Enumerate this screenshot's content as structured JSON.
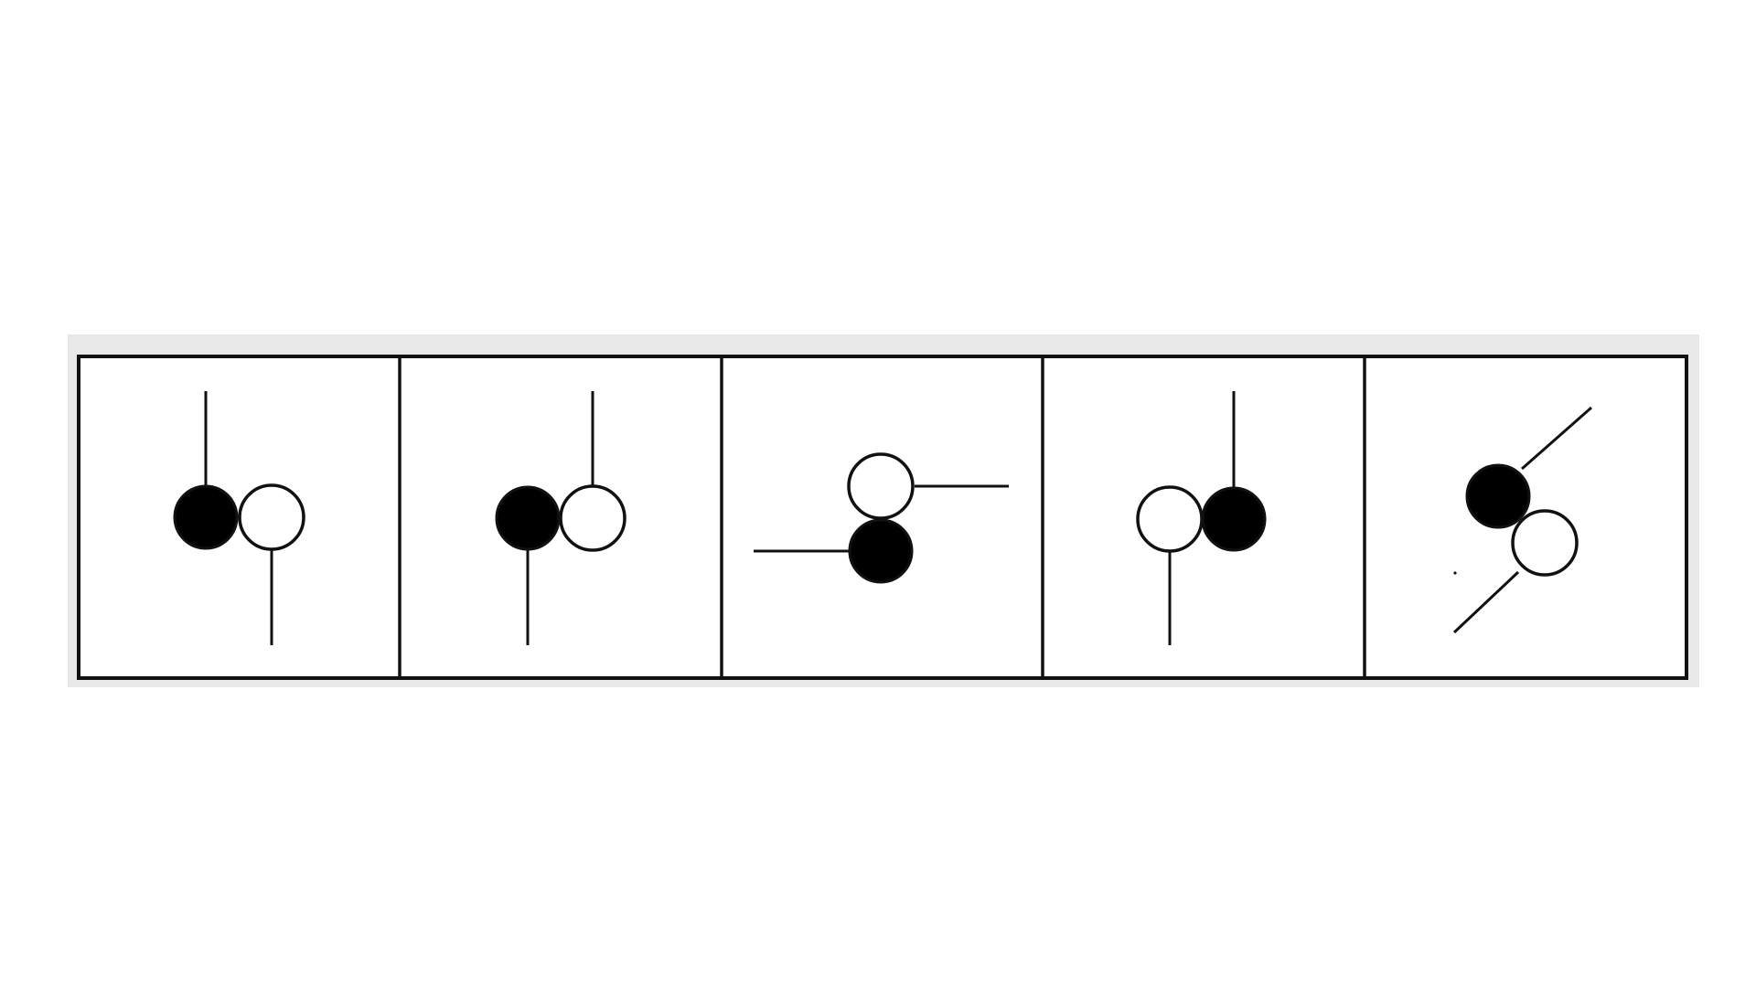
{
  "colors": {
    "background": "#ffffff",
    "ink": "#111111",
    "frame_shadow": "#d6d6d6",
    "empty_circle": "#ffffff",
    "filled_circle": "#000000"
  },
  "panels": [
    {
      "id": "panel-1",
      "pair": "black-left-white-right-horizontal",
      "stick_on_black": "up",
      "stick_on_white": "down"
    },
    {
      "id": "panel-2",
      "pair": "black-left-white-right-horizontal",
      "stick_on_black": "down",
      "stick_on_white": "up"
    },
    {
      "id": "panel-3",
      "pair": "white-top-black-bottom-vertical",
      "stick_on_white": "right",
      "stick_on_black": "left"
    },
    {
      "id": "panel-4",
      "pair": "white-left-black-right-horizontal",
      "stick_on_white": "down",
      "stick_on_black": "up"
    },
    {
      "id": "panel-5",
      "pair": "black-top-left-white-bottom-right-diagonal",
      "stick_on_black": "up-right",
      "stick_on_white": "down-left"
    }
  ]
}
